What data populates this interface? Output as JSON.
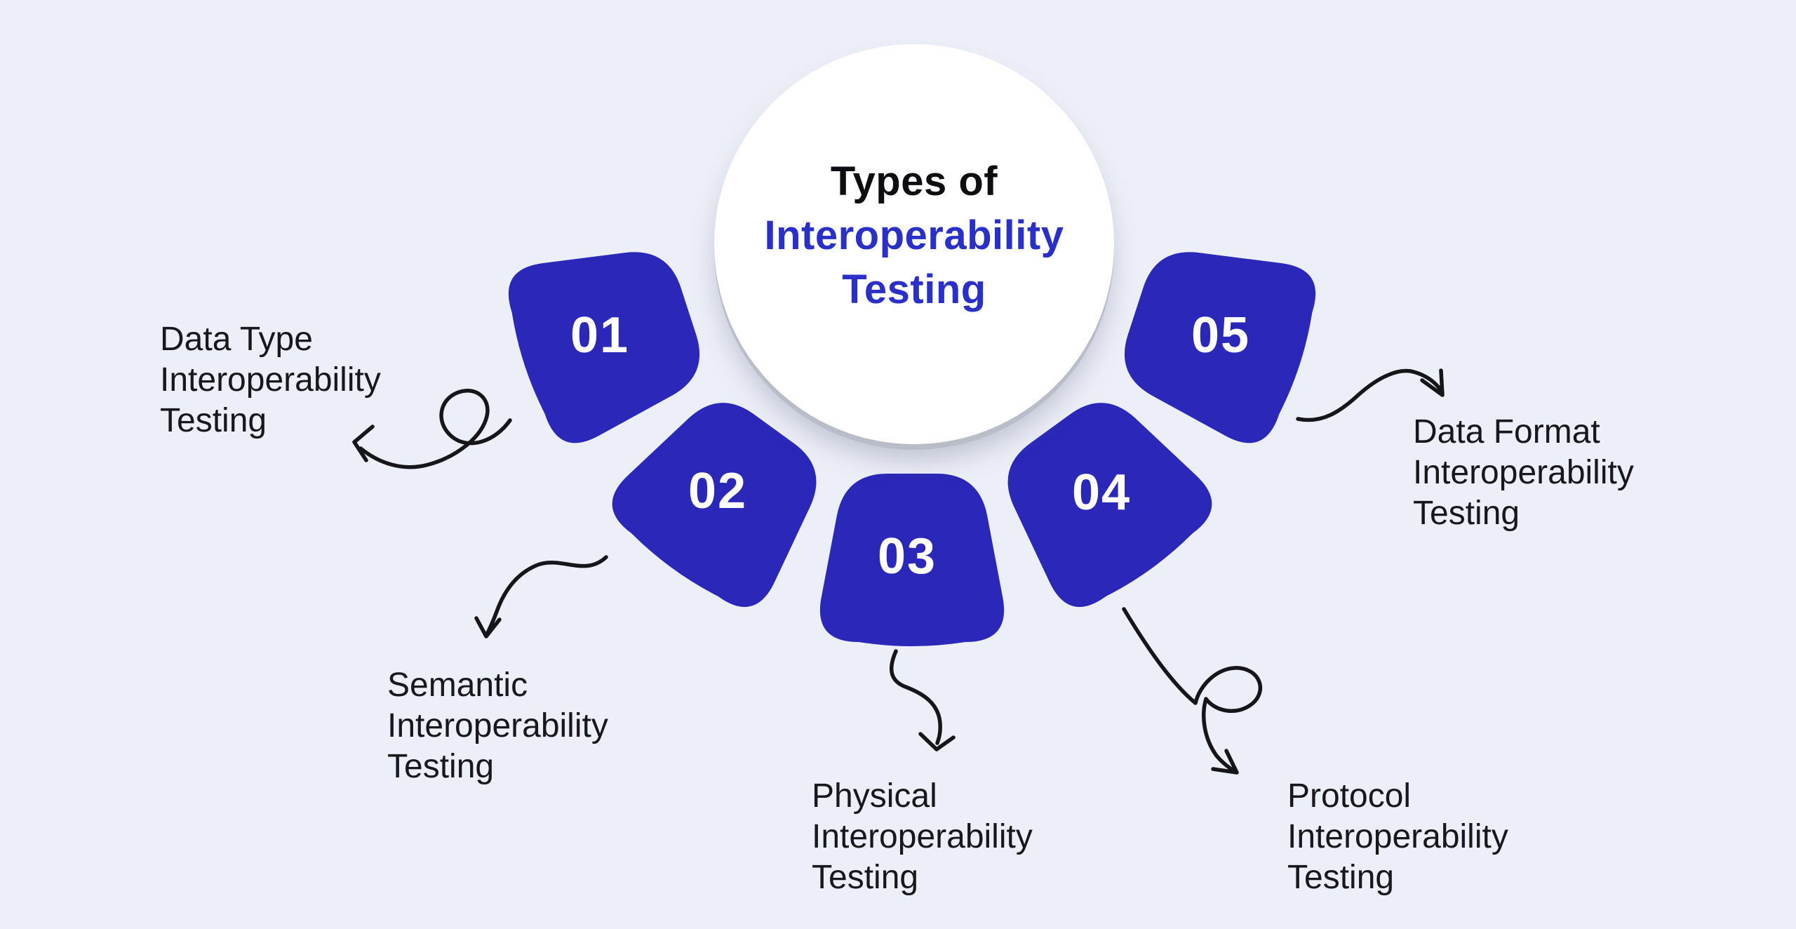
{
  "title": {
    "line1": "Types of",
    "line2": "Interoperability",
    "line3": "Testing"
  },
  "items": [
    {
      "number": "01",
      "label_lines": [
        "Data Type",
        "Interoperability",
        "Testing"
      ]
    },
    {
      "number": "02",
      "label_lines": [
        "Semantic",
        "Interoperability",
        "Testing"
      ]
    },
    {
      "number": "03",
      "label_lines": [
        "Physical",
        "Interoperability",
        "Testing"
      ]
    },
    {
      "number": "04",
      "label_lines": [
        "Protocol",
        "Interoperability",
        "Testing"
      ]
    },
    {
      "number": "05",
      "label_lines": [
        "Data Format",
        "Interoperability",
        "Testing"
      ]
    }
  ],
  "colors": {
    "background": "#edeff8",
    "petal": "#2a27b9",
    "title_accent": "#2a2fc7",
    "title_dark": "#0e0e12",
    "label_text": "#17171c",
    "arrow": "#15151a",
    "circle_fill": "#ffffff",
    "circle_shadow": "#b9bdc7",
    "number_text": "#ffffff"
  }
}
